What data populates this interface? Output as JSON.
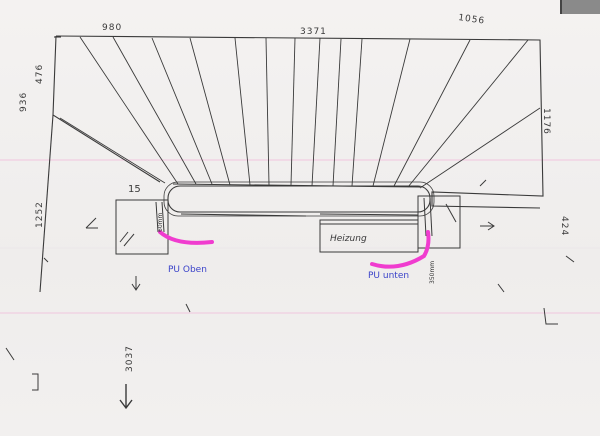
{
  "dimensions": {
    "top_left": "980",
    "top_mid": "3371",
    "top_right": "1056",
    "left_upper": "476",
    "left_mid": "936",
    "left_lower": "1252",
    "right_upper": "1176",
    "right_lower": "424",
    "bottom": "3037"
  },
  "annotations": {
    "step_label": "15",
    "bar_label": "Heizung",
    "pipe_upper_label": "PU Oben",
    "pipe_lower_label": "PU unten",
    "small_left": "60mm",
    "small_right": "350mm"
  },
  "colors": {
    "ink": "#3a3a3a",
    "highlight": "#f03ccf",
    "blue_pen": "#3b43c9",
    "pink_line": "#f1b3d6"
  }
}
